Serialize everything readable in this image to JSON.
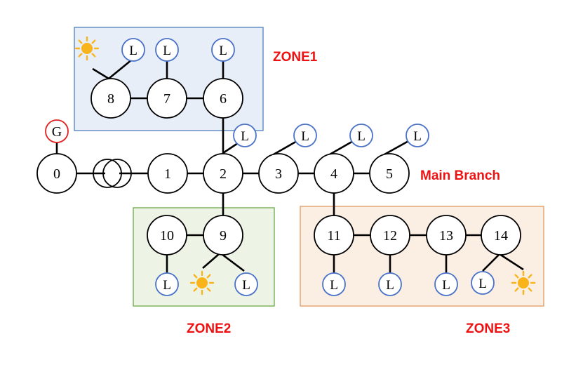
{
  "colors": {
    "zone1_fill": "#e8eef7",
    "zone1_border": "#4f7fbf",
    "zone2_fill": "#edf4e6",
    "zone2_border": "#6aaa4a",
    "zone3_fill": "#fbeee2",
    "zone3_border": "#e09a62",
    "label_red": "#ee1111",
    "generator_border": "#e02020",
    "load_border": "#4a72c8",
    "sun": "#f9b31b",
    "line": "#000000"
  },
  "labels": {
    "zone1": "ZONE1",
    "zone2": "ZONE2",
    "zone3": "ZONE3",
    "main_branch": "Main Branch"
  },
  "generator": {
    "label": "G"
  },
  "buses": [
    {
      "id": "0",
      "label": "0"
    },
    {
      "id": "1",
      "label": "1"
    },
    {
      "id": "2",
      "label": "2"
    },
    {
      "id": "3",
      "label": "3"
    },
    {
      "id": "4",
      "label": "4"
    },
    {
      "id": "5",
      "label": "5"
    },
    {
      "id": "6",
      "label": "6"
    },
    {
      "id": "7",
      "label": "7"
    },
    {
      "id": "8",
      "label": "8"
    },
    {
      "id": "9",
      "label": "9"
    },
    {
      "id": "10",
      "label": "10"
    },
    {
      "id": "11",
      "label": "11"
    },
    {
      "id": "12",
      "label": "12"
    },
    {
      "id": "13",
      "label": "13"
    },
    {
      "id": "14",
      "label": "14"
    }
  ],
  "load_label": "L",
  "connections": [
    [
      "0",
      "transformer"
    ],
    [
      "transformer",
      "1"
    ],
    [
      "1",
      "2"
    ],
    [
      "2",
      "3"
    ],
    [
      "3",
      "4"
    ],
    [
      "4",
      "5"
    ],
    [
      "2",
      "6"
    ],
    [
      "6",
      "7"
    ],
    [
      "7",
      "8"
    ],
    [
      "2",
      "9"
    ],
    [
      "9",
      "10"
    ],
    [
      "4",
      "11"
    ],
    [
      "11",
      "12"
    ],
    [
      "12",
      "13"
    ],
    [
      "13",
      "14"
    ]
  ],
  "loads_on_buses": [
    "2",
    "3",
    "4",
    "5",
    "6",
    "7",
    "8",
    "9",
    "10",
    "11",
    "12",
    "13",
    "14"
  ],
  "solar_on_buses": [
    "8",
    "9",
    "14"
  ]
}
